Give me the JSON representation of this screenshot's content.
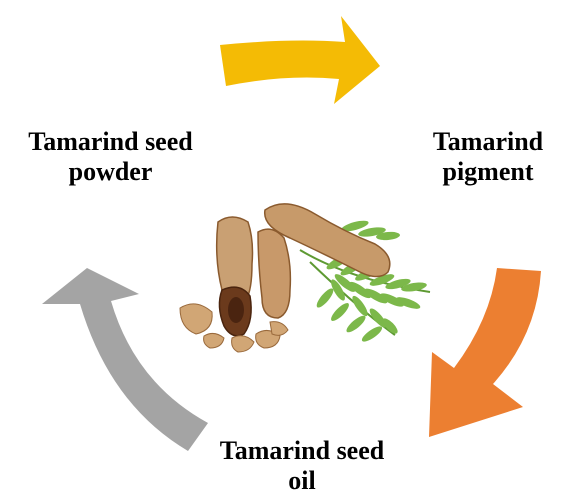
{
  "labels": {
    "powder": [
      "Tamarind seed",
      "powder"
    ],
    "pigment": [
      "Tamarind",
      "pigment"
    ],
    "oil": [
      "Tamarind seed",
      "oil"
    ]
  },
  "colors": {
    "arrow_top": "#f4bb05",
    "arrow_right": "#ec7f31",
    "arrow_left": "#a4a4a4",
    "pod": "#c79a6a",
    "pod_dark": "#8a5a2e",
    "leaf": "#7cb84a",
    "seed": "#5a2e14"
  },
  "image": {
    "icon": "tamarind-pods-image"
  }
}
